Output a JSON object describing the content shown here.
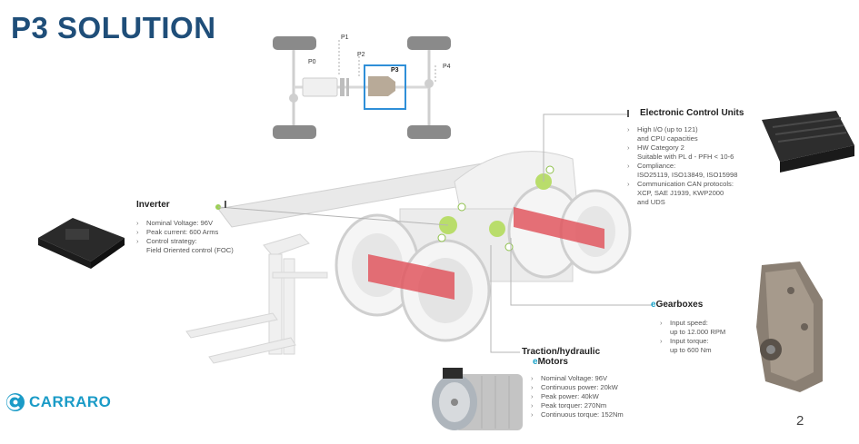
{
  "title": "P3 SOLUTION",
  "diagram": {
    "labels": [
      "P0",
      "P1",
      "P2",
      "P3",
      "P4"
    ]
  },
  "ecu": {
    "title": "Electronic Control Units",
    "bullets": [
      "High I/O (up to 121)",
      "and CPU capacities",
      "HW Category 2",
      "Suitable with PL d - PFH < 10-6",
      "Compliance:",
      "ISO25119, ISO13849, ISO15998",
      "Communication CAN protocols:",
      "XCP, SAE J1939, KWP2000",
      "and UDS"
    ]
  },
  "inverter": {
    "title": "Inverter",
    "bullets": [
      "Nominal Voltage: 96V",
      "Peak current: 600 Arms",
      "Control strategy:",
      "Field Oriented control (FOC)"
    ]
  },
  "gearboxes": {
    "prefix": "e",
    "title": "Gearboxes",
    "bullets": [
      "Input speed:",
      "up to 12.000 RPM",
      "Input torque:",
      "up to 600 Nm"
    ]
  },
  "motors": {
    "title_line1": "Traction/hydraulic",
    "prefix": "e",
    "title_line2": "Motors",
    "bullets": [
      "Nominal Voltage: 96V",
      "Continuous power: 20kW",
      "Peak power: 40kW",
      "Peak torquer: 270Nm",
      "Continuous torque: 152Nm"
    ]
  },
  "logo": {
    "text": "CARRARO",
    "icon": "carraro-c-logo-icon",
    "color": "#1a9bc7"
  },
  "page_number": "2",
  "colors": {
    "title": "#1f4e79",
    "accent": "#1aa3c9",
    "highlight": "#b9dd6b",
    "axle_red": "#e0575f"
  }
}
